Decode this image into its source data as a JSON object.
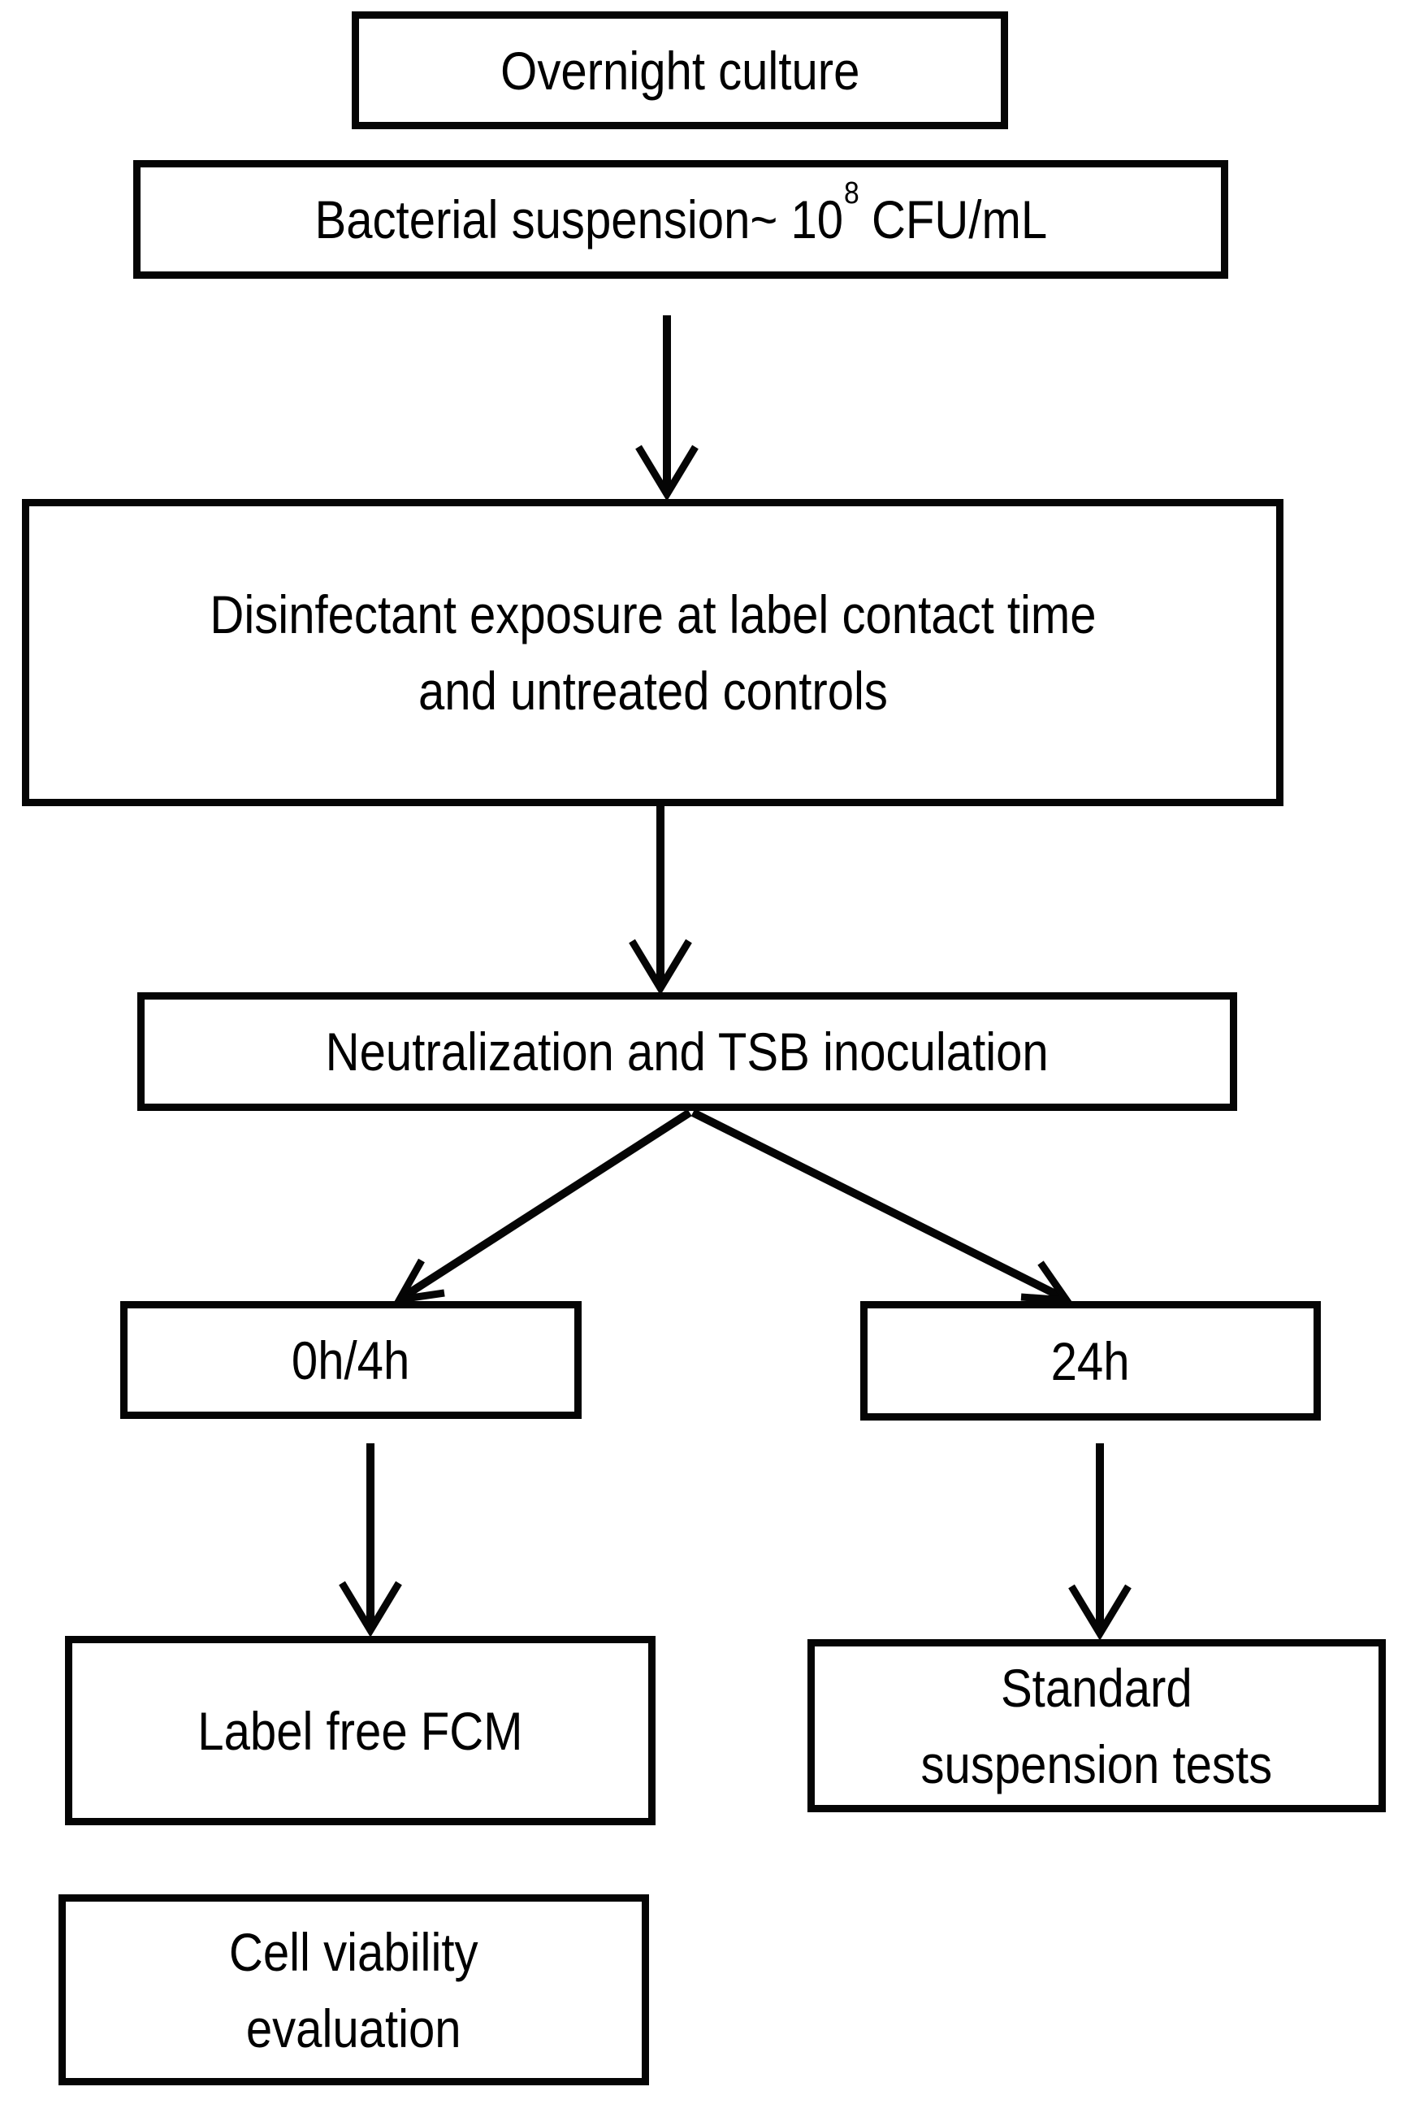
{
  "diagram": {
    "title": "Disinfectant testing workflow flowchart",
    "background_color": "#ffffff",
    "line_color": "#050505",
    "text_color": "#000000",
    "nodes": {
      "overnight_culture": {
        "label": "Overnight culture"
      },
      "bacterial_suspension": {
        "prefix": "Bacterial suspension~ 10",
        "superscript": "8",
        "suffix": " CFU/mL"
      },
      "disinfectant_exposure": {
        "line1": "Disinfectant exposure at label contact time",
        "line2": "and untreated controls"
      },
      "neutralization": {
        "label": "Neutralization and TSB inoculation"
      },
      "timepoint_0h_4h": {
        "label": "0h/4h"
      },
      "timepoint_24h": {
        "label": "24h"
      },
      "label_free_fcm": {
        "label": "Label free FCM"
      },
      "standard_suspension_tests": {
        "line1": "Standard",
        "line2": "suspension tests"
      },
      "cell_viability": {
        "line1": "Cell viability",
        "line2": "evaluation"
      }
    },
    "edges": [
      {
        "from": "bacterial_suspension",
        "to": "disinfectant_exposure"
      },
      {
        "from": "disinfectant_exposure",
        "to": "neutralization"
      },
      {
        "from": "neutralization",
        "to": "timepoint_0h_4h"
      },
      {
        "from": "neutralization",
        "to": "timepoint_24h"
      },
      {
        "from": "timepoint_0h_4h",
        "to": "label_free_fcm"
      },
      {
        "from": "timepoint_24h",
        "to": "standard_suspension_tests"
      }
    ]
  }
}
